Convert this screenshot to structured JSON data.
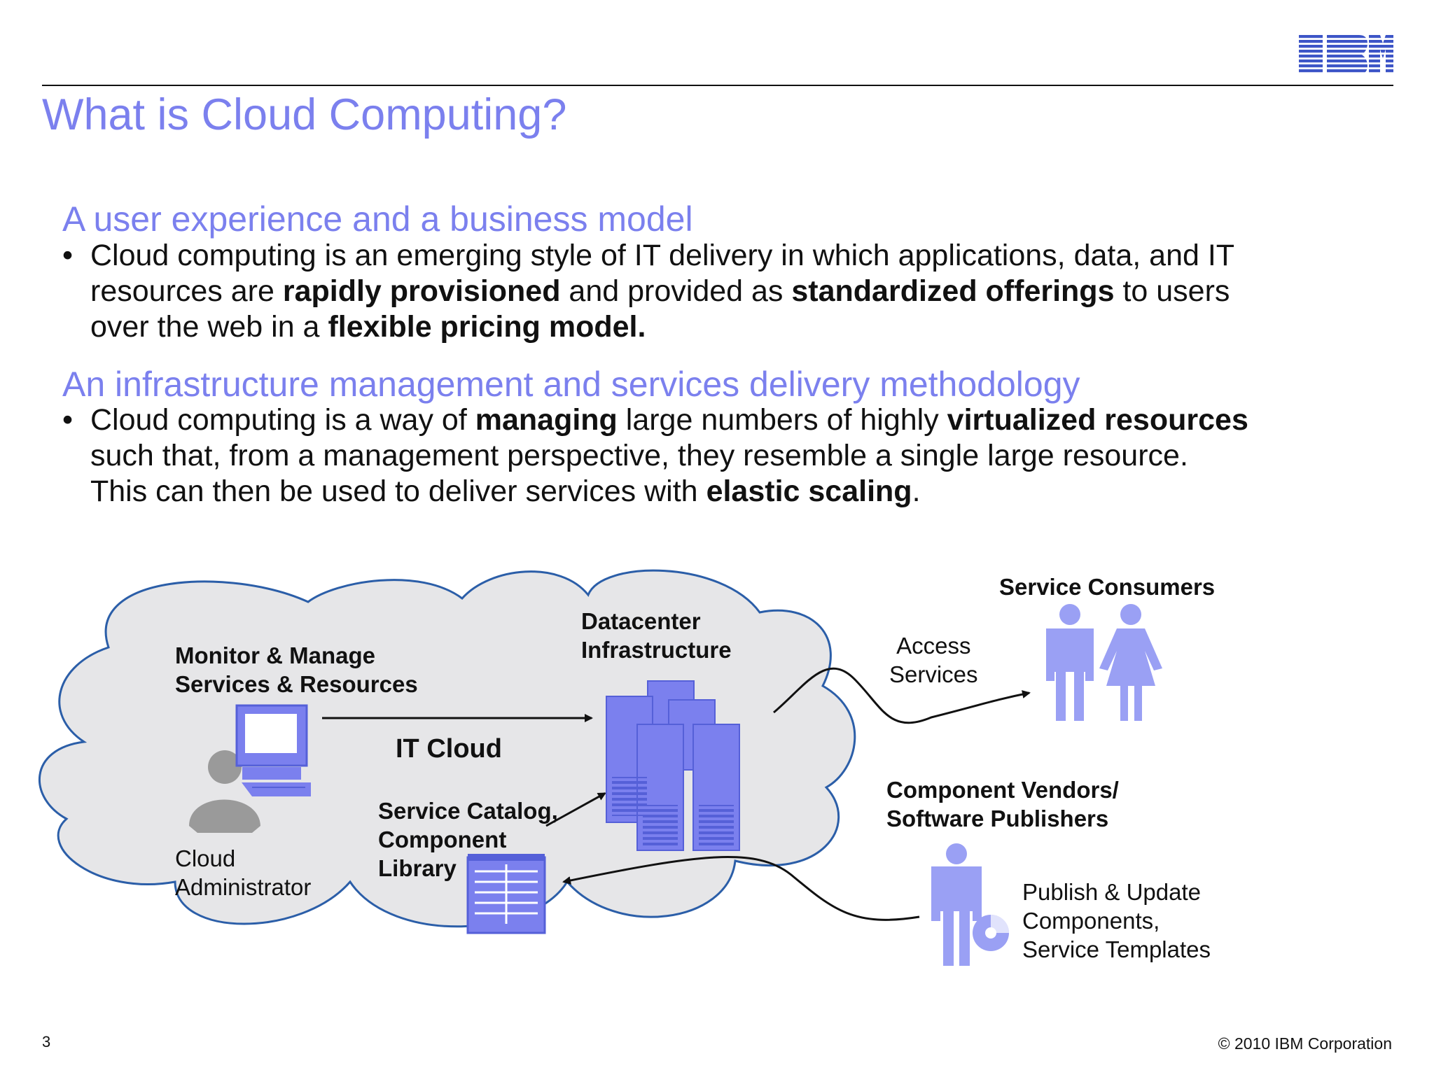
{
  "header": {
    "logo_text": "IBM",
    "title": "What is Cloud Computing?"
  },
  "sections": [
    {
      "heading": "A user experience and a business model",
      "bullet_lines": [
        [
          {
            "t": "Cloud computing is an emerging style of IT delivery in which applications, data, and IT",
            "b": false
          }
        ],
        [
          {
            "t": "resources are ",
            "b": false
          },
          {
            "t": "rapidly provisioned",
            "b": true
          },
          {
            "t": " and provided as ",
            "b": false
          },
          {
            "t": "standardized offerings",
            "b": true
          },
          {
            "t": " to users",
            "b": false
          }
        ],
        [
          {
            "t": "over the web in a ",
            "b": false
          },
          {
            "t": "flexible pricing model.",
            "b": true
          }
        ]
      ]
    },
    {
      "heading": "An infrastructure management and services delivery methodology",
      "bullet_lines": [
        [
          {
            "t": "Cloud computing is a way of ",
            "b": false
          },
          {
            "t": "managing",
            "b": true
          },
          {
            "t": " large numbers of highly ",
            "b": false
          },
          {
            "t": "virtualized resources",
            "b": true
          }
        ],
        [
          {
            "t": "such that, from a management perspective, they resemble a single large resource.",
            "b": false
          }
        ],
        [
          {
            "t": "This can then be used to deliver services with ",
            "b": false
          },
          {
            "t": "elastic scaling",
            "b": true
          },
          {
            "t": ".",
            "b": false
          }
        ]
      ]
    }
  ],
  "diagram": {
    "monitor_label": [
      "Monitor & Manage",
      "Services & Resources"
    ],
    "admin_label": [
      "Cloud",
      "Administrator"
    ],
    "datacenter_label": [
      "Datacenter",
      "Infrastructure"
    ],
    "cloud_label": "IT Cloud",
    "catalog_label": [
      "Service Catalog,",
      "Component",
      "Library"
    ],
    "consumers_label": "Service Consumers",
    "access_label": [
      "Access",
      "Services"
    ],
    "vendors_label": [
      "Component Vendors/",
      "Software Publishers"
    ],
    "publish_label": [
      "Publish & Update",
      "Components,",
      "Service Templates"
    ],
    "colors": {
      "accent": "#7b80ee",
      "cloud_fill": "#e6e6e8",
      "cloud_stroke": "#2b5ea8",
      "person_gray": "#9a9a9a"
    }
  },
  "footer": {
    "page_number": "3",
    "copyright": "© 2010 IBM Corporation"
  }
}
